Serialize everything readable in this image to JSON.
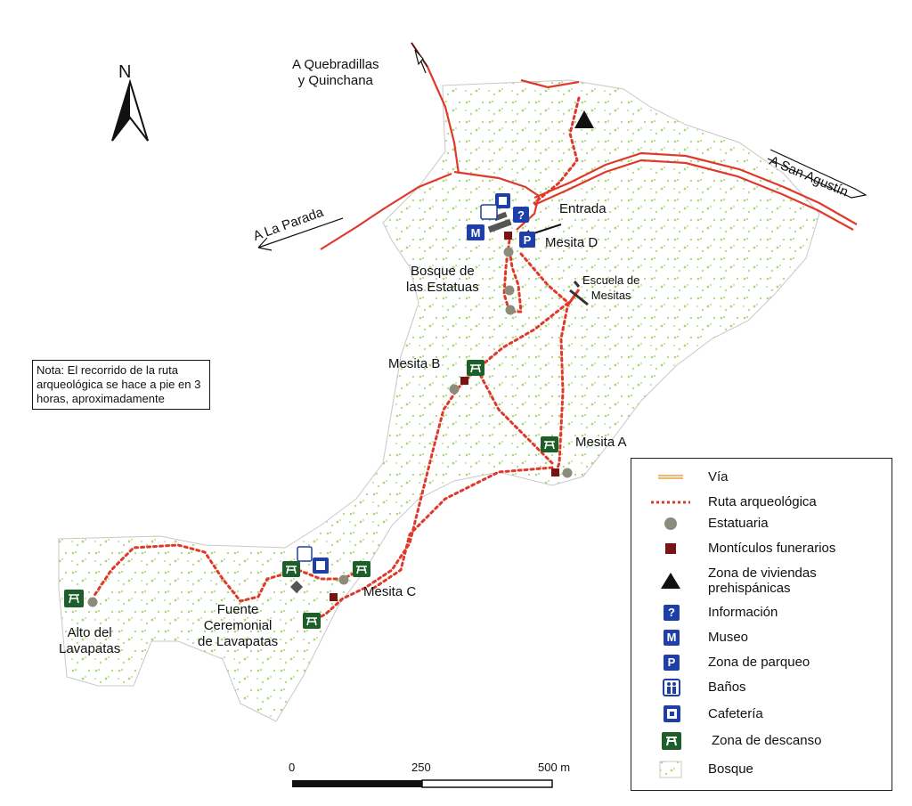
{
  "north": {
    "label": "N"
  },
  "destinations": {
    "quebradillas": "A Quebradillas\ny Quinchana",
    "san_agustin": "A San Agustín",
    "la_parada": "A La Parada"
  },
  "places": {
    "entrada": "Entrada",
    "mesita_d": "Mesita D",
    "bosque": "Bosque de\nlas Estatuas",
    "escuela": "Escuela de\nMesitas",
    "mesita_b": "Mesita B",
    "mesita_a": "Mesita A",
    "mesita_c": "Mesita C",
    "fuente": "Fuente\nCeremonial\nde Lavapatas",
    "alto": "Alto del\nLavapatas"
  },
  "note": "Nota: El recorrido de la ruta arqueológica se hace a pie en 3 horas, aproximadamente",
  "legend": {
    "items": [
      {
        "label": "Vía",
        "symbol": "road"
      },
      {
        "label": "Ruta arqueológica",
        "symbol": "dotted-route"
      },
      {
        "label": "Estatuaria",
        "symbol": "grey-circle"
      },
      {
        "label": "Montículos funerarios",
        "symbol": "maroon-square"
      },
      {
        "label": "Zona de viviendas\nprehispánicas",
        "symbol": "black-triangle"
      },
      {
        "label": "Información",
        "symbol": "info-icon"
      },
      {
        "label": "Museo",
        "symbol": "museum-icon"
      },
      {
        "label": "Zona de parqueo",
        "symbol": "parking-icon"
      },
      {
        "label": "Baños",
        "symbol": "restroom-icon"
      },
      {
        "label": "Cafetería",
        "symbol": "cafe-icon"
      },
      {
        "label": "Zona de descanso",
        "symbol": "picnic-icon"
      },
      {
        "label": "Bosque",
        "symbol": "forest-pattern"
      }
    ],
    "icon_letters": {
      "info": "?",
      "museum": "M",
      "parking": "P"
    }
  },
  "scale": {
    "ticks": [
      "0",
      "250",
      "500 m"
    ]
  },
  "colors": {
    "road": "#e0392b",
    "route": "#e0392b",
    "statue": "#8c8c7c",
    "mound": "#7a1414",
    "blue_icon": "#1f3fa8",
    "green_icon": "#1e5e2a",
    "forest": "#a8d878"
  }
}
